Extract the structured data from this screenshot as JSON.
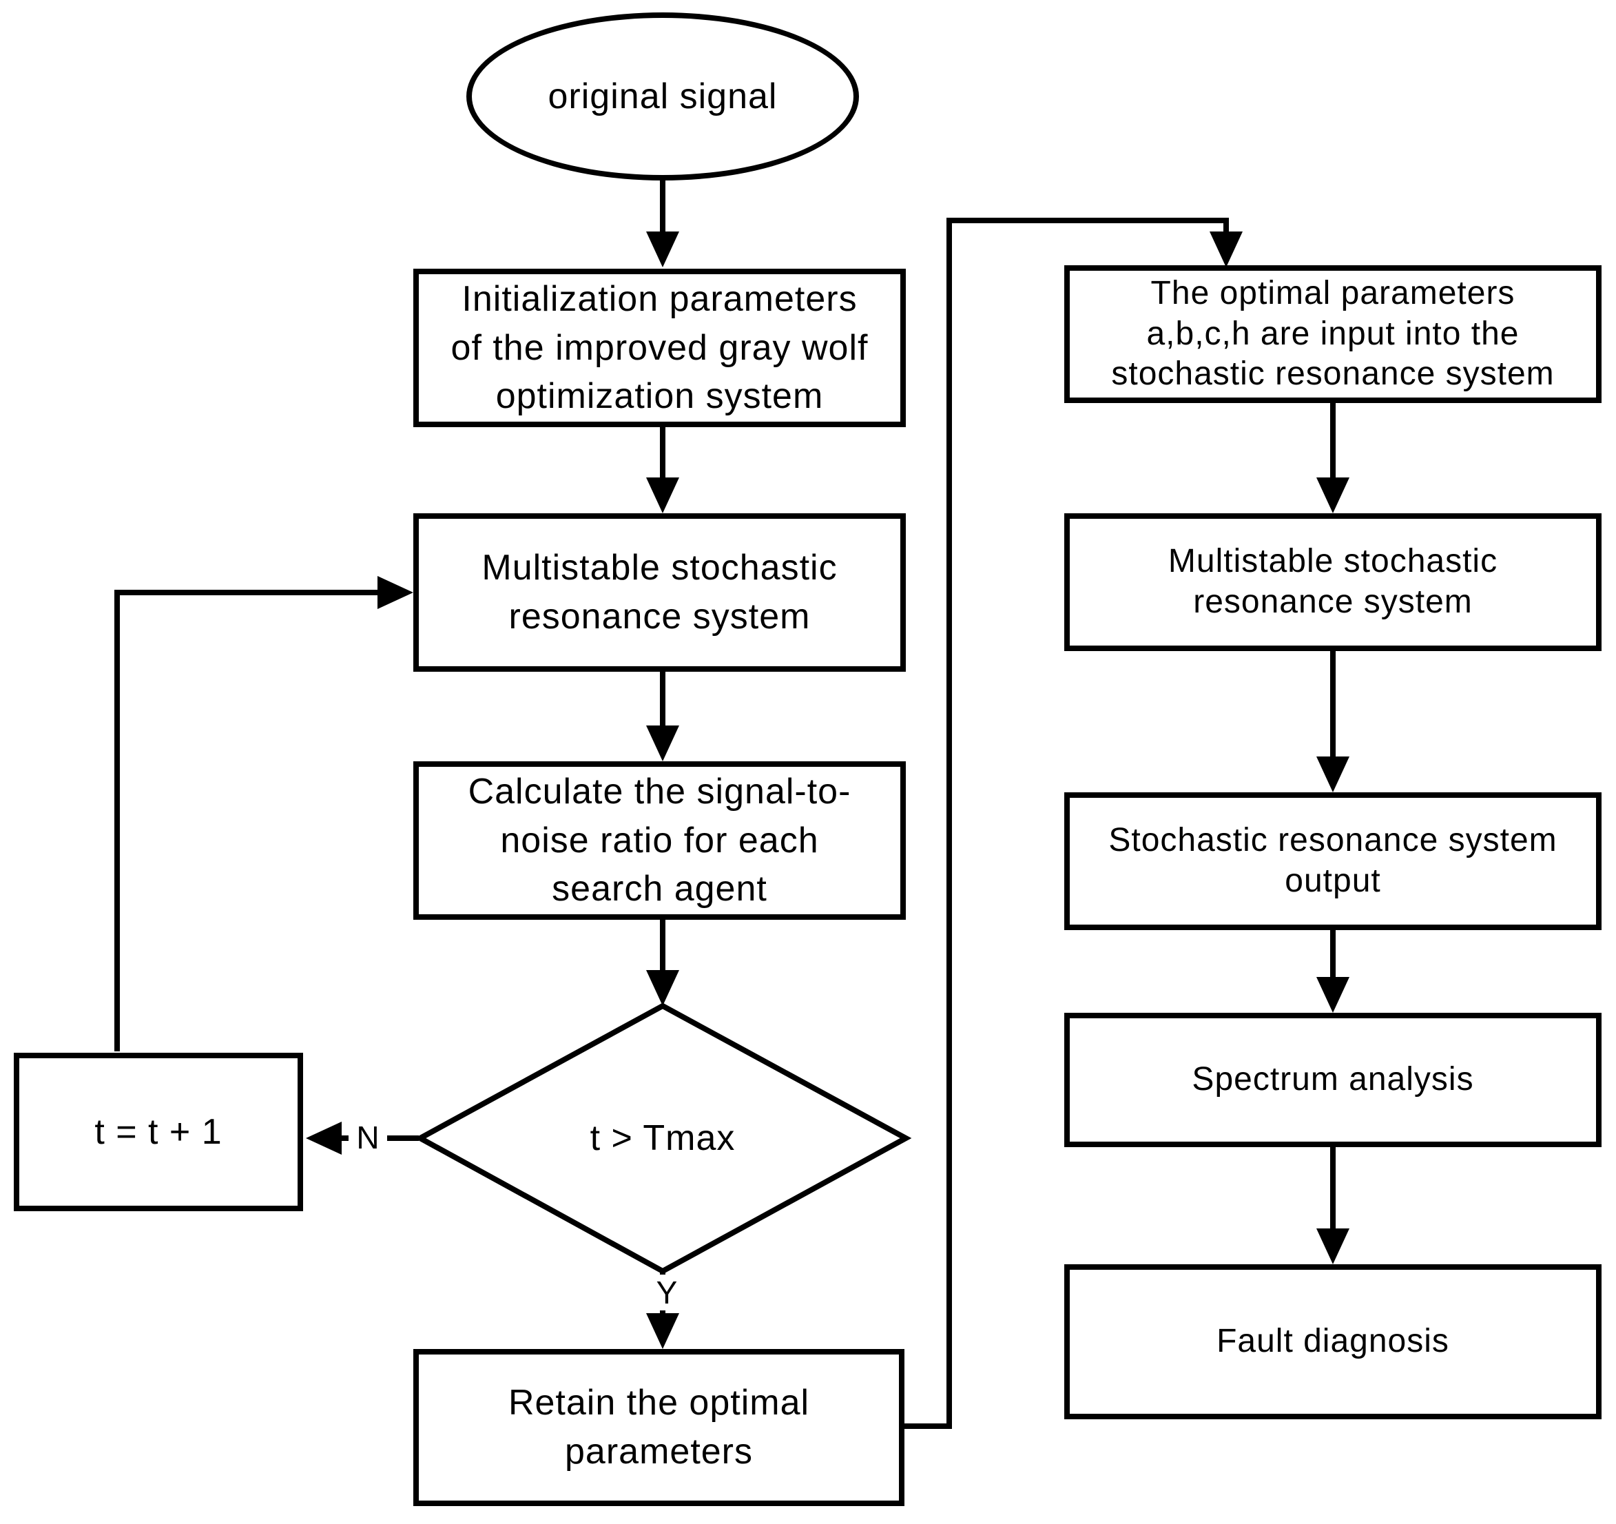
{
  "diagram": {
    "colors": {
      "stroke": "#000000",
      "background": "#ffffff"
    },
    "nodes": {
      "start": {
        "shape": "ellipse",
        "lines": [
          "original signal"
        ]
      },
      "init": {
        "shape": "rect",
        "lines": [
          "Initialization parameters",
          "of the improved gray wolf",
          "optimization system"
        ]
      },
      "msr_left": {
        "shape": "rect",
        "lines": [
          "Multistable stochastic",
          "resonance system"
        ]
      },
      "calc_snr": {
        "shape": "rect",
        "lines": [
          "Calculate the signal-to-",
          "noise ratio for each",
          "search agent"
        ]
      },
      "decision": {
        "shape": "diamond",
        "lines": [
          "t > Tmax"
        ]
      },
      "increment": {
        "shape": "rect",
        "lines": [
          "t = t + 1"
        ]
      },
      "retain": {
        "shape": "rect",
        "lines": [
          "Retain the optimal",
          "parameters"
        ]
      },
      "optimal_input": {
        "shape": "rect",
        "lines": [
          "The optimal parameters",
          "a,b,c,h are input into the",
          "stochastic resonance system"
        ]
      },
      "msr_right": {
        "shape": "rect",
        "lines": [
          "Multistable stochastic",
          "resonance system"
        ]
      },
      "sr_output": {
        "shape": "rect",
        "lines": [
          "Stochastic resonance system",
          "output"
        ]
      },
      "spectrum": {
        "shape": "rect",
        "lines": [
          "Spectrum analysis"
        ]
      },
      "fault": {
        "shape": "rect",
        "lines": [
          "Fault diagnosis"
        ]
      }
    },
    "edge_labels": {
      "yes": "Y",
      "no": "N"
    },
    "edges": [
      {
        "from": "start",
        "to": "init",
        "label": ""
      },
      {
        "from": "init",
        "to": "msr_left",
        "label": ""
      },
      {
        "from": "msr_left",
        "to": "calc_snr",
        "label": ""
      },
      {
        "from": "calc_snr",
        "to": "decision",
        "label": ""
      },
      {
        "from": "decision",
        "to": "retain",
        "label": "Y"
      },
      {
        "from": "decision",
        "to": "increment",
        "label": "N"
      },
      {
        "from": "increment",
        "to": "msr_left",
        "label": ""
      },
      {
        "from": "retain",
        "to": "optimal_input",
        "label": ""
      },
      {
        "from": "optimal_input",
        "to": "msr_right",
        "label": ""
      },
      {
        "from": "msr_right",
        "to": "sr_output",
        "label": ""
      },
      {
        "from": "sr_output",
        "to": "spectrum",
        "label": ""
      },
      {
        "from": "spectrum",
        "to": "fault",
        "label": ""
      }
    ]
  }
}
